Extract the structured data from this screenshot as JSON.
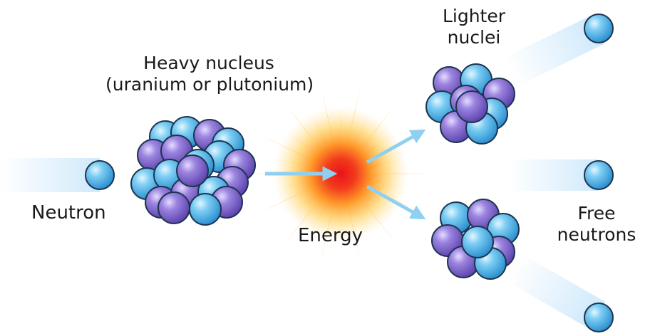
{
  "labels": {
    "heavy_nucleus_line1": "Heavy nucleus",
    "heavy_nucleus_line2": "(uranium or plutonium)",
    "neutron": "Neutron",
    "energy": "Energy",
    "lighter_nuclei_line1": "Lighter",
    "lighter_nuclei_line2": "nuclei",
    "free_neutrons_line1": "Free",
    "free_neutrons_line2": "neutrons"
  },
  "colors": {
    "neutron_blue": "#5bb8e8",
    "proton_purple": "#8a6fd0",
    "arrow_blue": "#8fd0f2",
    "trail_blue": "#cfe9fb",
    "energy_core": "#e8141a",
    "energy_glow": "#ffc24a"
  }
}
